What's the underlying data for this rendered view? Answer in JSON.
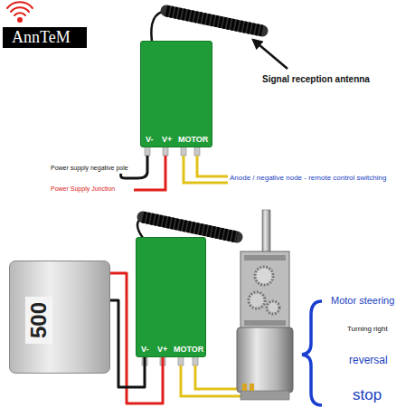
{
  "diagram": {
    "nodes": [
      {
        "text": [
          "AnnTeM"
        ]
      },
      {
        "text": [
          "V-",
          "V+",
          "MOTOR"
        ]
      },
      {
        "text": [
          "V-",
          "V+",
          "MOTOR"
        ]
      },
      {
        "text": [
          "500"
        ]
      }
    ],
    "edges": [
      {
        "from": 3,
        "to": 2,
        "arrow": "none"
      },
      {
        "from": 3,
        "to": 2,
        "arrow": "none"
      }
    ],
    "labels": [
      "Signal reception antenna",
      "Power supply negative pole",
      "Power Supply Junction",
      "Anode / negative node - remote control switching",
      "Motor steering",
      "Turning right",
      "reversal",
      "stop"
    ]
  }
}
